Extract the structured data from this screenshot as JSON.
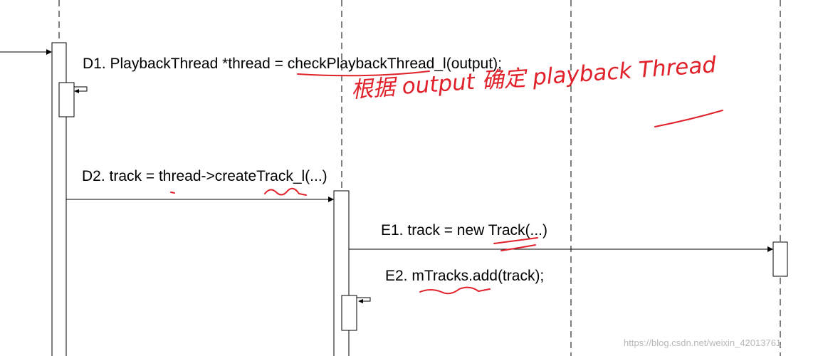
{
  "messages": {
    "d1": "D1. PlaybackThread *thread = checkPlaybackThread_l(output);",
    "d2": "D2. track = thread->createTrack_l(...)",
    "e1": "E1. track = new Track(...)",
    "e2": "E2. mTracks.add(track);"
  },
  "annotation": {
    "text": "根据 output 确定 playback Thread"
  },
  "watermark": "https://blog.csdn.net/weixin_42013761",
  "colors": {
    "line": "#000000",
    "annotation": "#e0212a",
    "watermark": "#b8b8b8"
  }
}
